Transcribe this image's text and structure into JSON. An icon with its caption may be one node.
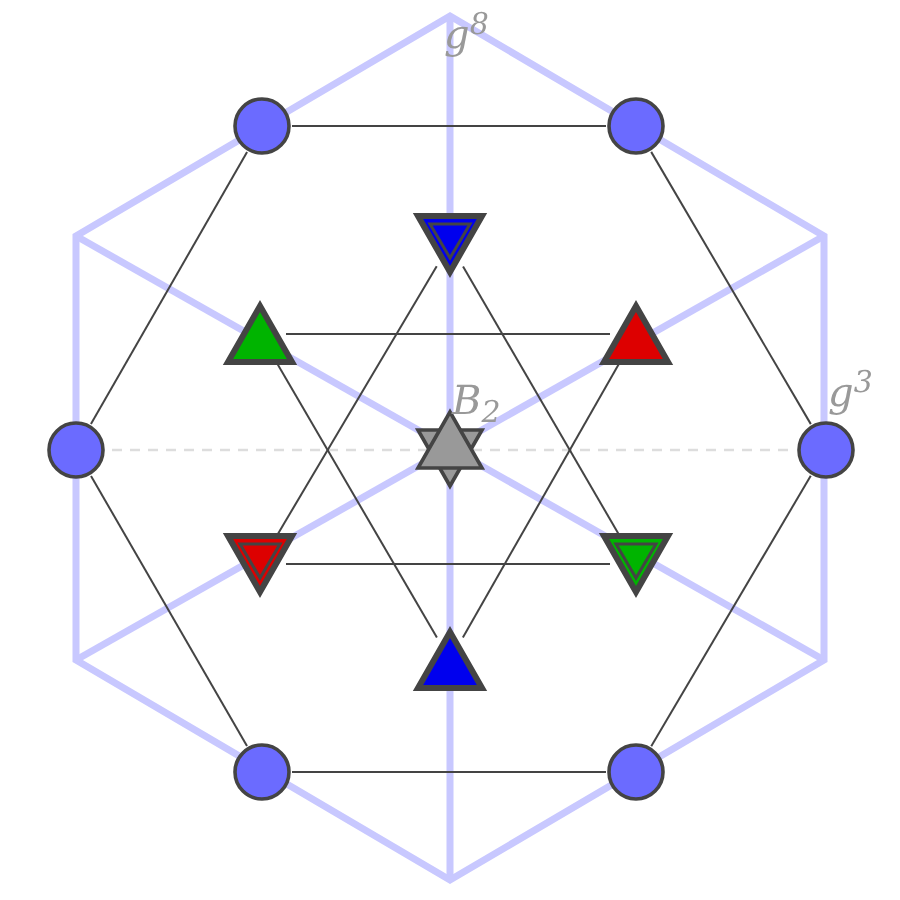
{
  "diagram": {
    "nodes": [
      {
        "text": [],
        "shape": "circle"
      },
      {
        "text": [],
        "shape": "circle"
      },
      {
        "text": [],
        "shape": "triangle"
      },
      {
        "text": [],
        "shape": "triangle"
      },
      {
        "text": [],
        "shape": "triangle"
      },
      {
        "text": [],
        "shape": "circle"
      },
      {
        "text": [],
        "shape": "star"
      },
      {
        "text": [],
        "shape": "circle"
      },
      {
        "text": [],
        "shape": "triangle"
      },
      {
        "text": [],
        "shape": "triangle"
      },
      {
        "text": [],
        "shape": "triangle"
      },
      {
        "text": [],
        "shape": "circle"
      },
      {
        "text": [],
        "shape": "circle"
      }
    ],
    "edges": [
      {
        "from": 0,
        "to": 1,
        "arrow": "none"
      },
      {
        "from": 1,
        "to": 7,
        "arrow": "none"
      },
      {
        "from": 7,
        "to": 12,
        "arrow": "none"
      },
      {
        "from": 12,
        "to": 11,
        "arrow": "none"
      },
      {
        "from": 11,
        "to": 5,
        "arrow": "none"
      },
      {
        "from": 5,
        "to": 0,
        "arrow": "none"
      },
      {
        "from": 3,
        "to": 4,
        "arrow": "none"
      },
      {
        "from": 3,
        "to": 10,
        "arrow": "none"
      },
      {
        "from": 4,
        "to": 10,
        "arrow": "none"
      },
      {
        "from": 8,
        "to": 9,
        "arrow": "none"
      },
      {
        "from": 8,
        "to": 2,
        "arrow": "none"
      },
      {
        "from": 9,
        "to": 2,
        "arrow": "none"
      }
    ],
    "labels": [
      "g$^{8}$",
      "g$^{3}$",
      "B$_{2}$"
    ]
  }
}
